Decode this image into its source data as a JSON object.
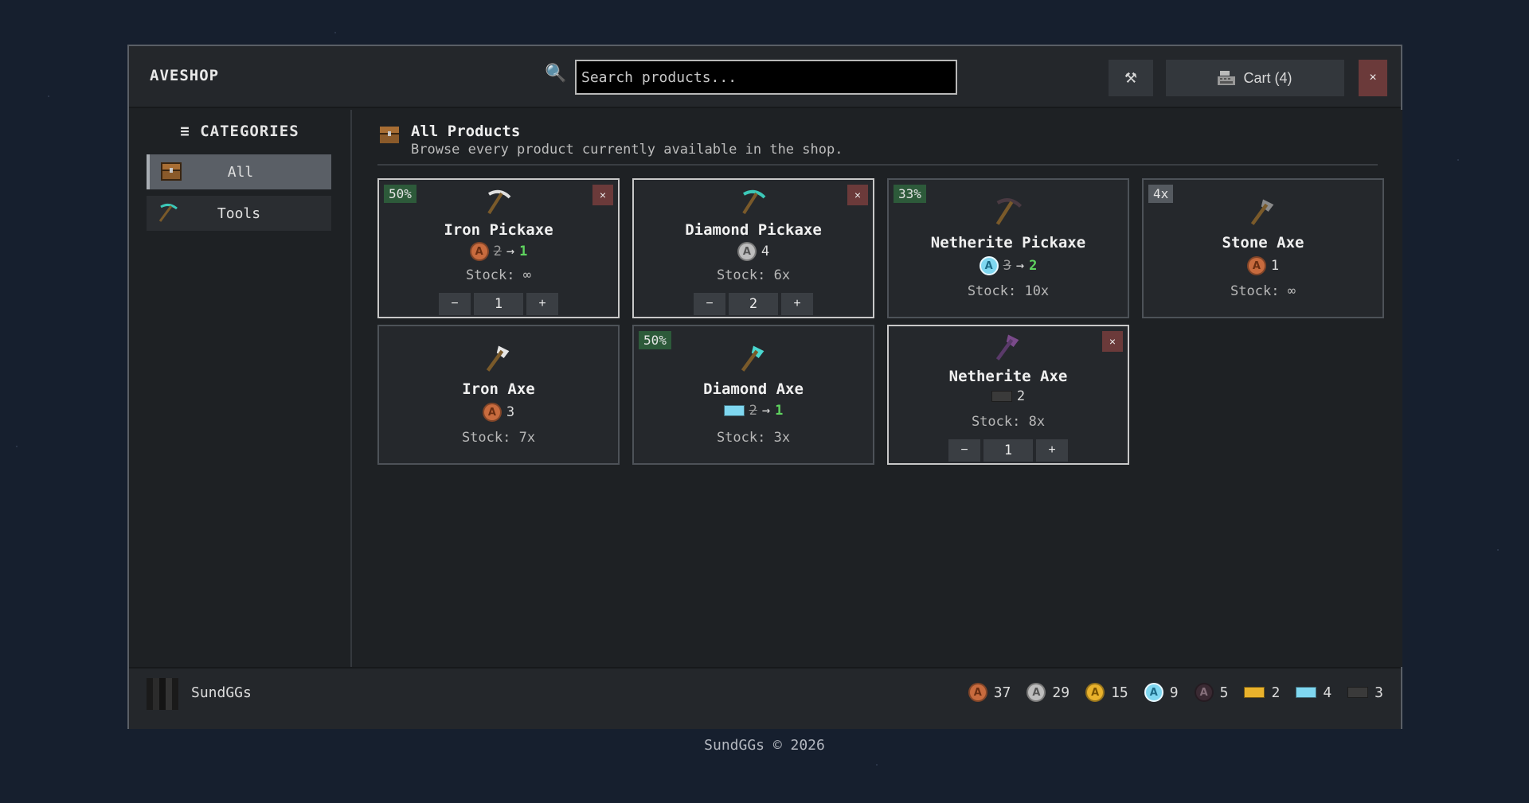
{
  "app": {
    "brand": "AVESHOP",
    "search_placeholder": "Search products...",
    "cart_label": "Cart (4)",
    "close_symbol": "×",
    "tool_symbol": "⚒"
  },
  "sidebar": {
    "title": "≡ CATEGORIES",
    "items": [
      {
        "label": "All",
        "icon": "chest-icon",
        "active": true
      },
      {
        "label": "Tools",
        "icon": "diamond-pickaxe-icon",
        "active": false
      }
    ]
  },
  "main": {
    "title": "All Products",
    "subtitle": "Browse every product currently available in the shop."
  },
  "products": [
    {
      "name": "Iron Pickaxe",
      "badge": "50%",
      "price_old": "2",
      "price_new": "1",
      "currency": "bronze-coin",
      "stock": "Stock: ∞",
      "qty": "1",
      "in_cart": true
    },
    {
      "name": "Diamond Pickaxe",
      "price": "4",
      "currency": "silver-coin",
      "stock": "Stock: 6x",
      "qty": "2",
      "in_cart": true
    },
    {
      "name": "Netherite Pickaxe",
      "badge": "33%",
      "price_old": "3",
      "price_new": "2",
      "currency": "diamond-coin",
      "stock": "Stock: 10x"
    },
    {
      "name": "Stone Axe",
      "badge": "4x",
      "price": "1",
      "currency": "bronze-coin",
      "stock": "Stock: ∞"
    },
    {
      "name": "Iron Axe",
      "price": "3",
      "currency": "bronze-coin",
      "stock": "Stock: 7x"
    },
    {
      "name": "Diamond Axe",
      "badge": "50%",
      "price_old": "2",
      "price_new": "1",
      "currency": "diamond-ingot",
      "stock": "Stock: 3x"
    },
    {
      "name": "Netherite Axe",
      "price": "2",
      "currency": "netherite-ingot",
      "stock": "Stock: 8x",
      "qty": "1",
      "in_cart": true
    }
  ],
  "qty_controls": {
    "minus": "−",
    "plus": "+"
  },
  "footer": {
    "username": "SundGGs",
    "balances": [
      {
        "currency": "bronze-coin",
        "amount": "37"
      },
      {
        "currency": "silver-coin",
        "amount": "29"
      },
      {
        "currency": "gold-coin",
        "amount": "15"
      },
      {
        "currency": "diamond-coin",
        "amount": "9"
      },
      {
        "currency": "netherite-coin",
        "amount": "5"
      },
      {
        "currency": "gold-ingot",
        "amount": "2"
      },
      {
        "currency": "diamond-ingot",
        "amount": "4"
      },
      {
        "currency": "netherite-ingot",
        "amount": "3"
      }
    ]
  },
  "copyright": "SundGGs © 2026",
  "colors": {
    "background": "#161f2e",
    "panel": "#1e2124",
    "discount_badge": "#2d5a3a",
    "close_button": "#6b3a3a",
    "new_price": "#5fd35f"
  }
}
